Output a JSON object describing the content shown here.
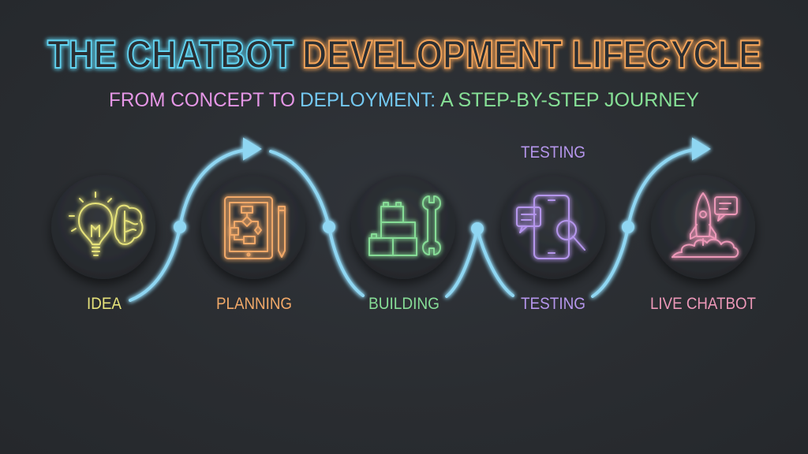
{
  "title": {
    "part1": "THE CHATBOT",
    "part2": "DEVELOPMENT LIFECYCLE"
  },
  "subtitle": {
    "part1": "FROM CONCEPT TO",
    "part2": "DEPLOYMENT:",
    "part3": "A STEP-BY-STEP JOURNEY"
  },
  "stages": [
    {
      "label": "IDEA",
      "icon": "lightbulb-brain-icon",
      "color": "#e6e27a"
    },
    {
      "label": "PLANNING",
      "icon": "tablet-flowchart-pencil-icon",
      "color": "#f0a868"
    },
    {
      "label": "BUILDING",
      "icon": "blocks-wrench-icon",
      "color": "#86dc96"
    },
    {
      "label": "TESTING",
      "top_label": "TESTING",
      "icon": "phone-chat-magnifier-icon",
      "color": "#b596ec"
    },
    {
      "label": "LIVE CHATBOT",
      "icon": "rocket-chat-icon",
      "color": "#ec98b8"
    }
  ],
  "colors": {
    "background": "#2a2d31",
    "path": "#8fd6f2",
    "title_cyan": "#62d4f2",
    "title_orange": "#f4a55a",
    "subtitle_pink": "#e596e6",
    "subtitle_cyan": "#74c9f2",
    "subtitle_green": "#86e096"
  }
}
